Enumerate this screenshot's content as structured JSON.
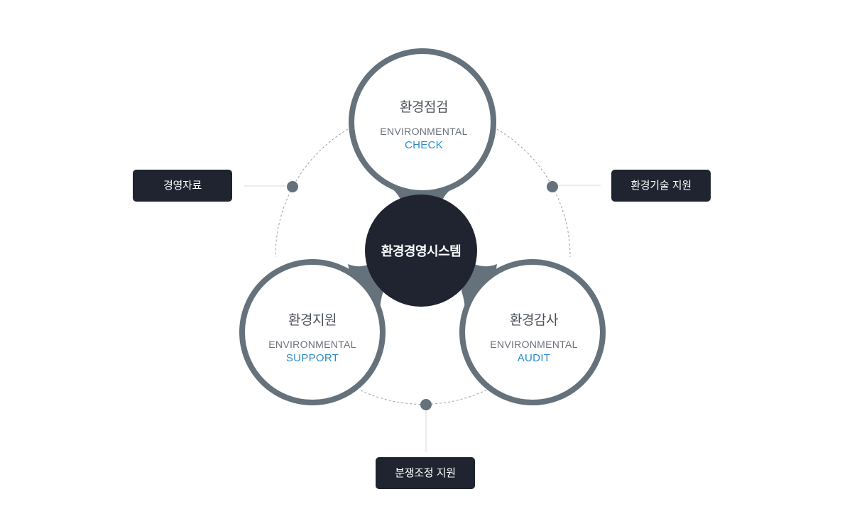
{
  "center": {
    "label": "환경경영시스템"
  },
  "nodes": {
    "check": {
      "kr": "환경점검",
      "en_top": "ENVIRONMENTAL",
      "en_bottom": "CHECK"
    },
    "support": {
      "kr": "환경지원",
      "en_top": "ENVIRONMENTAL",
      "en_bottom": "SUPPORT"
    },
    "audit": {
      "kr": "환경감사",
      "en_top": "ENVIRONMENTAL",
      "en_bottom": "AUDIT"
    }
  },
  "side_labels": {
    "left": "경영자료",
    "right": "환경기술 지원",
    "bottom": "분쟁조정 지원"
  },
  "colors": {
    "ring": "#65717b",
    "center": "#1f2430",
    "box": "#1f2430",
    "accent": "#2a8bc6",
    "dashed": "#9aa0a6"
  }
}
